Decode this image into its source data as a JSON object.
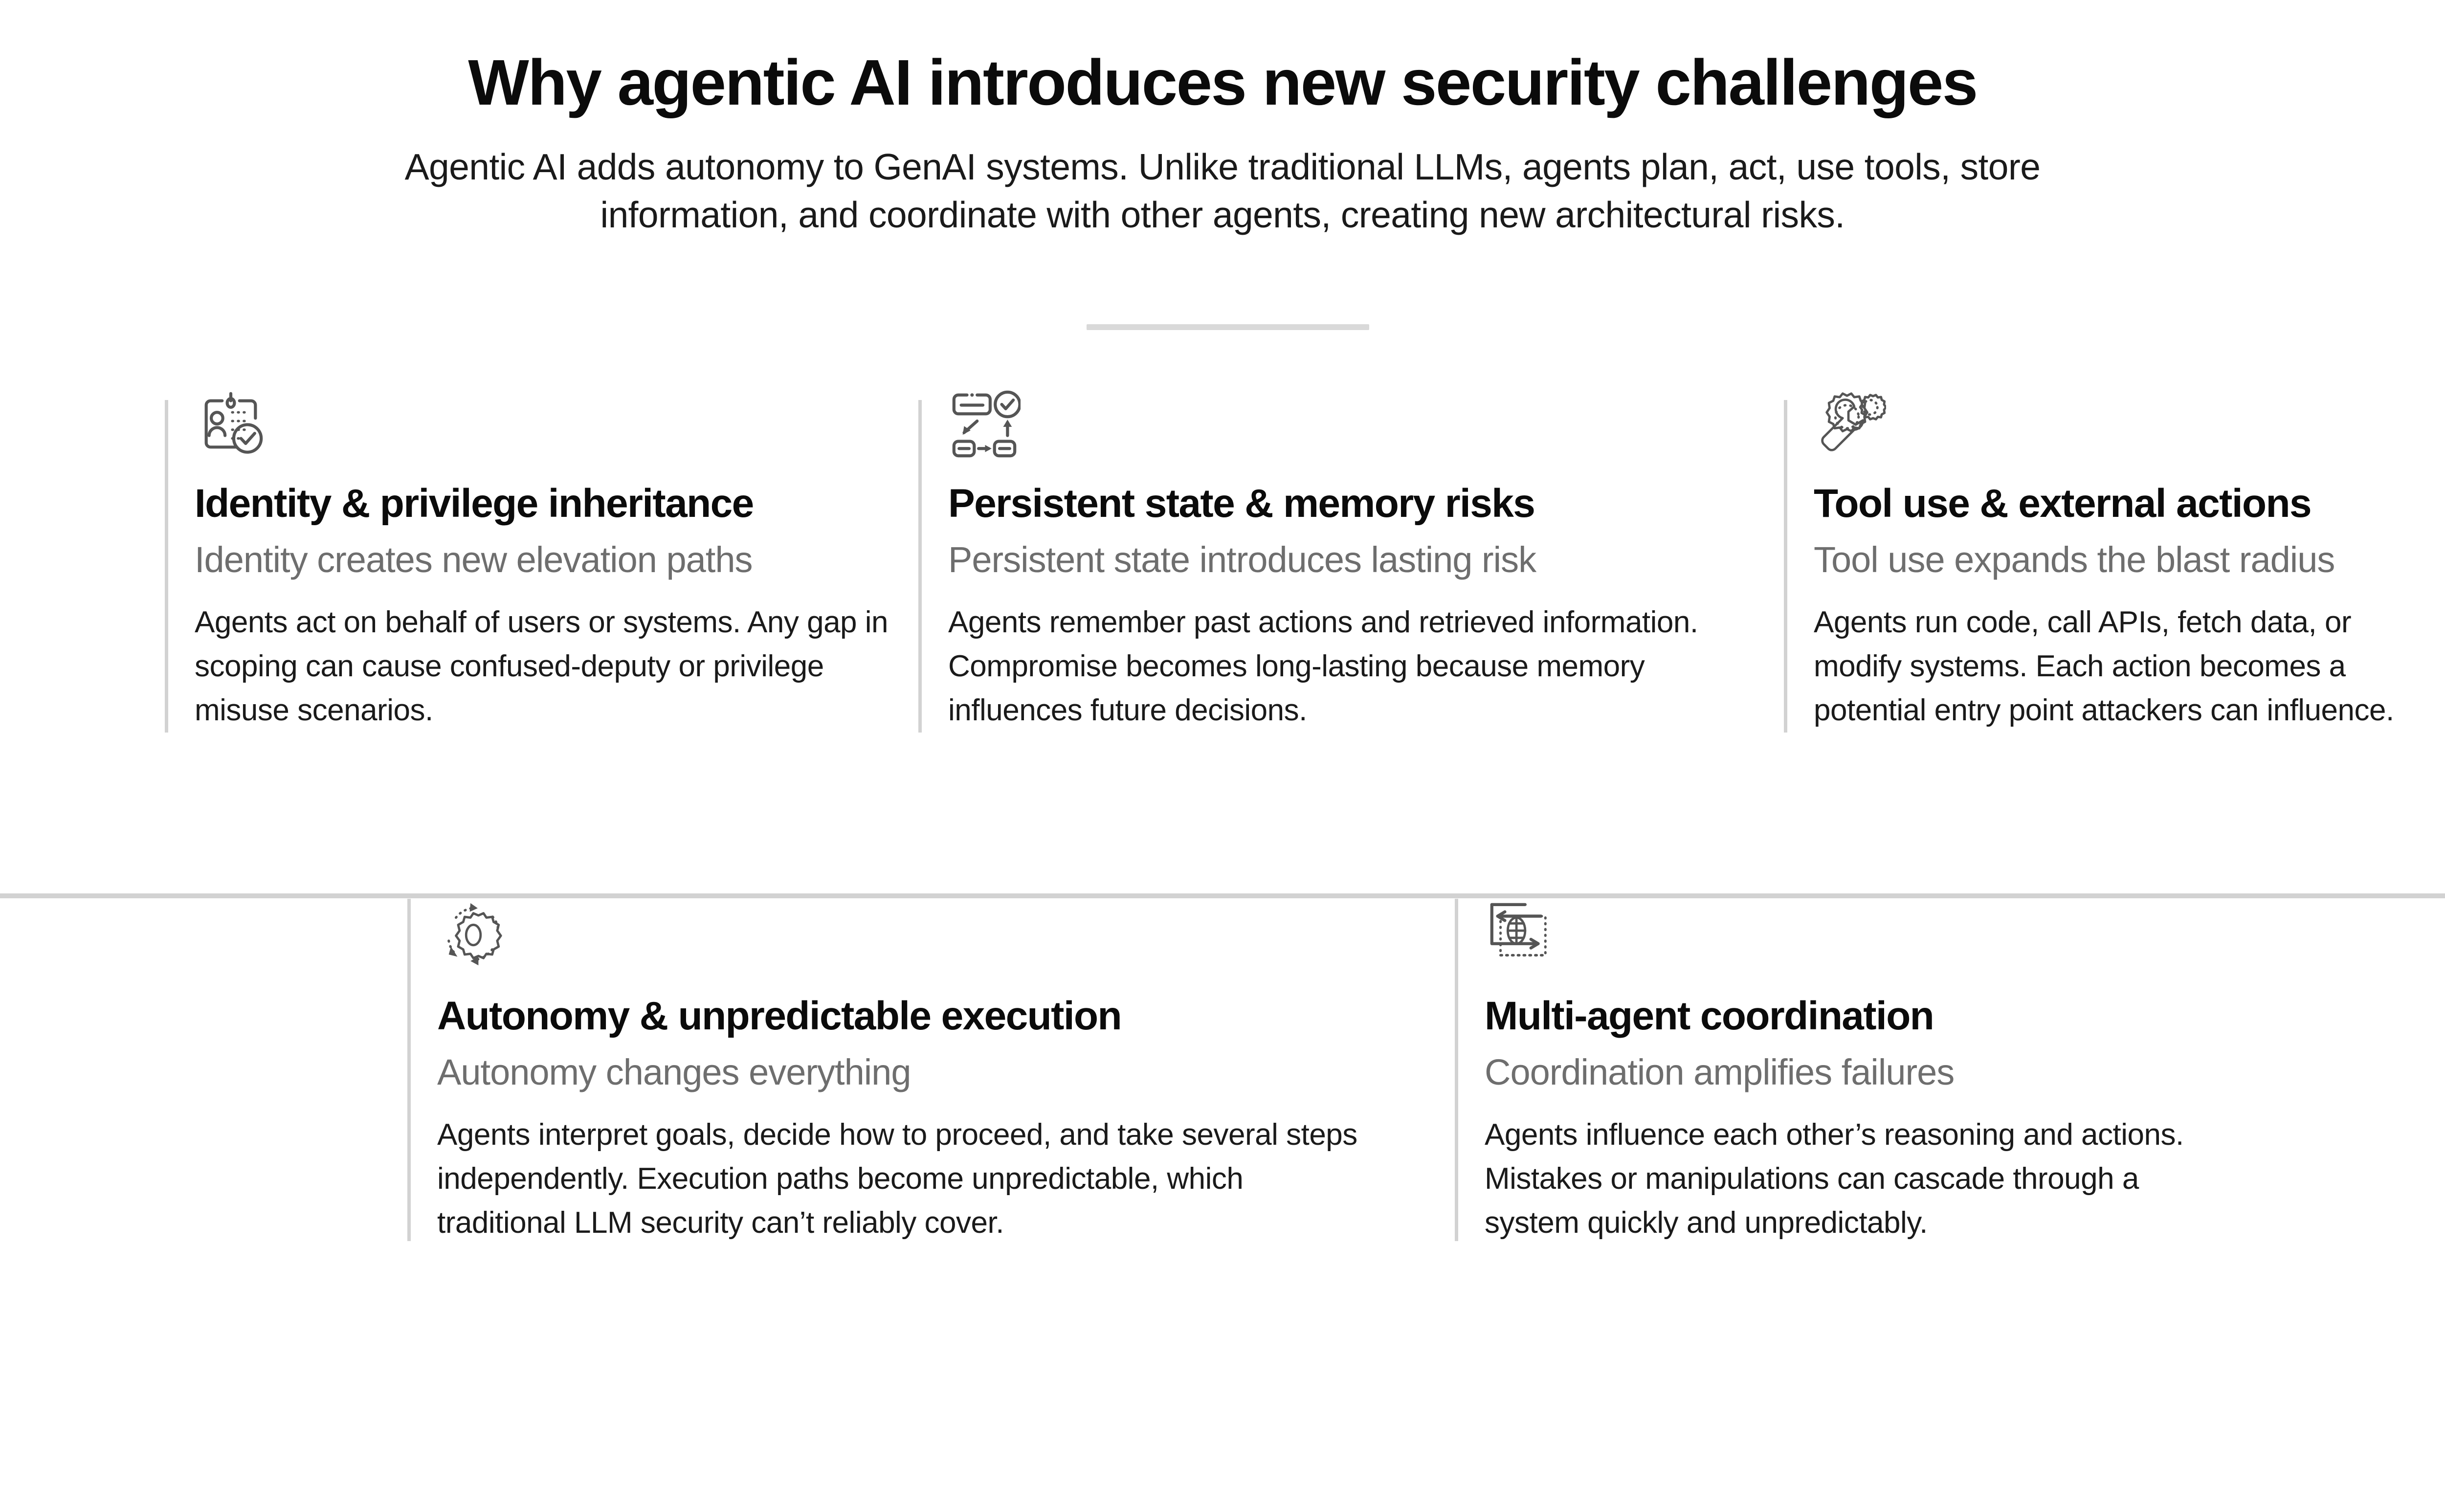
{
  "header": {
    "title": "Why agentic AI introduces new security challenges",
    "subtitle": "Agentic AI adds autonomy to GenAI systems. Unlike traditional LLMs, agents plan, act, use tools, store information, and coordinate with other agents, creating new architectural risks."
  },
  "theme": {
    "background": "#ffffff",
    "title_color": "#0b0b0b",
    "body_color": "#1a1a1a",
    "muted_color": "#6e6e6e",
    "rule_color": "#d2d2d2",
    "icon_color": "#555555"
  },
  "cards": [
    {
      "icon": "id-badge-check-icon",
      "title": "Identity & privilege inheritance",
      "subtitle": "Identity creates new elevation paths",
      "body": "Agents act on behalf of users or systems. Any gap in scoping can cause confused-deputy or privilege misuse scenarios."
    },
    {
      "icon": "state-workflow-icon",
      "title": "Persistent state & memory risks",
      "subtitle": "Persistent state introduces lasting risk",
      "body": "Agents remember past actions and retrieved information. Compromise becomes long-lasting because memory influences future decisions."
    },
    {
      "icon": "wrench-gear-icon",
      "title": "Tool use & external actions",
      "subtitle": "Tool use expands the blast radius",
      "body": "Agents run code, call APIs, fetch data, or modify systems. Each action becomes a potential entry point attackers can influence."
    },
    {
      "icon": "gear-rotation-icon",
      "title": "Autonomy & unpredictable execution",
      "subtitle": "Autonomy changes everything",
      "body": "Agents interpret goals, decide how to proceed, and take several steps independently. Execution paths become unpredictable, which traditional LLM security can’t reliably cover."
    },
    {
      "icon": "globe-exchange-icon",
      "title": "Multi-agent coordination",
      "subtitle": "Coordination amplifies failures",
      "body": "Agents influence each other’s reasoning and actions. Mistakes or manipulations can cascade through a system quickly and unpredictably."
    }
  ]
}
